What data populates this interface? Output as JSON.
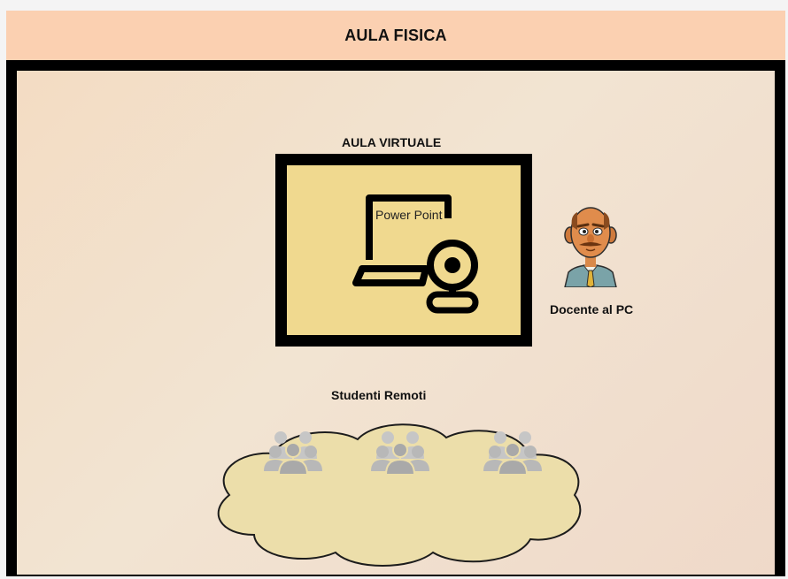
{
  "header": {
    "title": "AULA FISICA"
  },
  "virtual_classroom": {
    "title": "AULA VIRTUALE",
    "screen_label": "Power Point",
    "icons": [
      "laptop-icon",
      "webcam-icon"
    ]
  },
  "teacher": {
    "label": "Docente al PC",
    "icon": "teacher-avatar-icon"
  },
  "students": {
    "title": "Studenti Remoti",
    "groups": 3,
    "icon": "users-group-icon"
  },
  "colors": {
    "header_bg": "#fbd0b1",
    "room_border": "#000000",
    "room_bg": "#f3dcc3",
    "screen_bg": "#f0d98f",
    "cloud_fill": "#ecdeaa",
    "student_icon": "#bbbbbb"
  }
}
